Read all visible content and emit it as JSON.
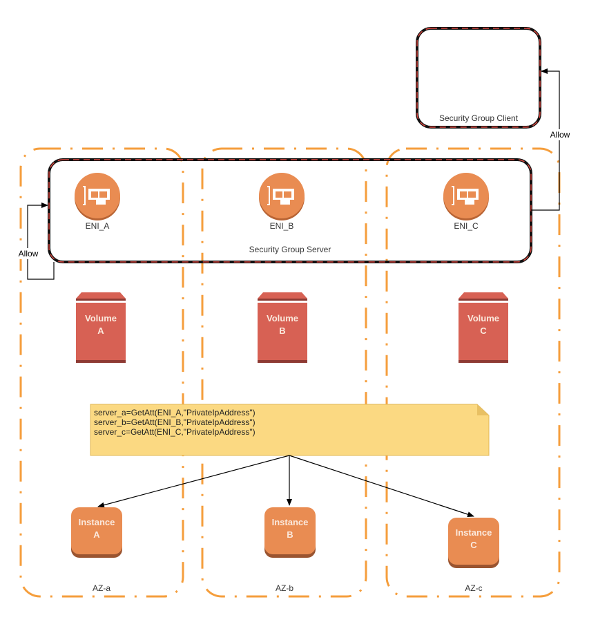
{
  "colors": {
    "az_border": "#f59e3c",
    "sg_border": "#111111",
    "sg_dash": "#d9473f",
    "eni_fill": "#e98c52",
    "eni_shadow": "#b86434",
    "volume_fill": "#d76154",
    "volume_dark": "#8e3a33",
    "instance_fill": "#e98c52",
    "instance_shadow": "#9a5430",
    "note_fill": "#fbd982",
    "note_border": "#e2b857"
  },
  "security_group_client": {
    "label": "Security Group Client"
  },
  "security_group_server": {
    "label": "Security Group Server"
  },
  "availability_zones": [
    {
      "label": "AZ-a"
    },
    {
      "label": "AZ-b"
    },
    {
      "label": "AZ-c"
    }
  ],
  "enis": [
    {
      "label": "ENI_A",
      "icon": "network-interface-icon"
    },
    {
      "label": "ENI_B",
      "icon": "network-interface-icon"
    },
    {
      "label": "ENI_C",
      "icon": "network-interface-icon"
    }
  ],
  "volumes": [
    {
      "line1": "Volume",
      "line2": "A"
    },
    {
      "line1": "Volume",
      "line2": "B"
    },
    {
      "line1": "Volume",
      "line2": "C"
    }
  ],
  "instances": [
    {
      "line1": "Instance",
      "line2": "A"
    },
    {
      "line1": "Instance",
      "line2": "B"
    },
    {
      "line1": "Instance",
      "line2": "C"
    }
  ],
  "note": {
    "lines": [
      "server_a=GetAtt(ENI_A,\"PrivateIpAddress\")",
      "server_b=GetAtt(ENI_B,\"PrivateIpAddress\")",
      "server_c=GetAtt(ENI_C,\"PrivateIpAddress\")"
    ]
  },
  "connectors": {
    "allow_left": "Allow",
    "allow_right": "Allow"
  }
}
